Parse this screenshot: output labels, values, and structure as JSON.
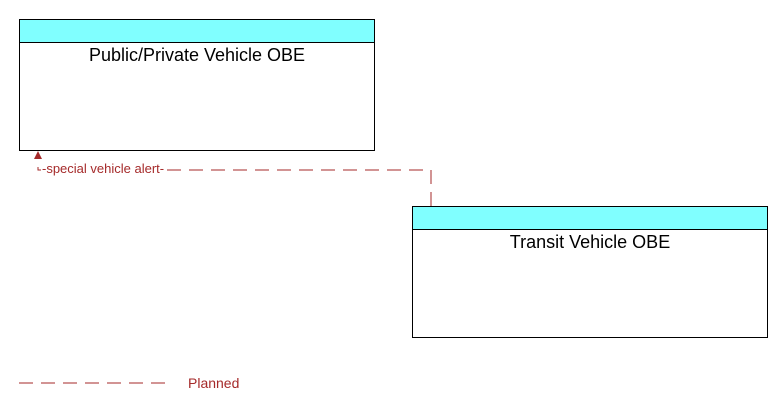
{
  "colors": {
    "header_fill": "#80ffff",
    "flow_line": "#a52a2a",
    "flow_text": "#a52a2a",
    "border": "#000000"
  },
  "nodes": {
    "public_private": {
      "title": "Public/Private Vehicle OBE"
    },
    "transit": {
      "title": "Transit Vehicle OBE"
    }
  },
  "flows": [
    {
      "label": "-special vehicle alert-",
      "from": "Transit Vehicle OBE",
      "to": "Public/Private Vehicle OBE",
      "status": "Planned"
    }
  ],
  "legend": {
    "planned_label": "Planned"
  }
}
